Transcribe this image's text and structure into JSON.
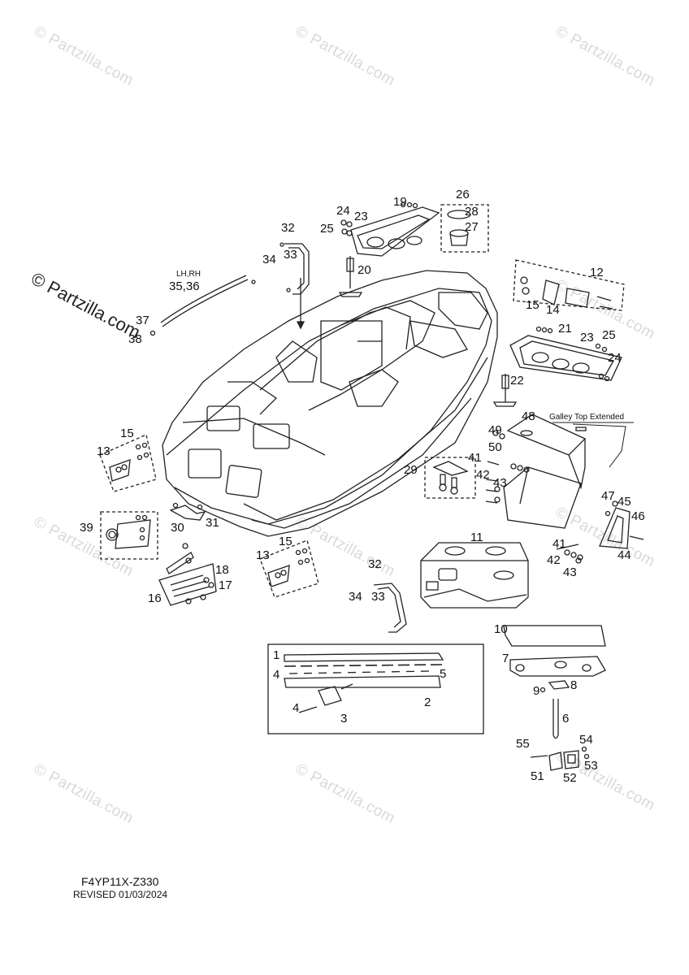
{
  "watermarks": {
    "text": "© Partzilla.com",
    "main": "© Partzilla.com"
  },
  "diagram": {
    "galley_note": "Galley Top Extended",
    "lhrh": "LH,RH",
    "callouts": {
      "c1": "1",
      "c2": "2",
      "c3": "3",
      "c4a": "4",
      "c4b": "4",
      "c5": "5",
      "c6": "6",
      "c7": "7",
      "c8": "8",
      "c9": "9",
      "c10": "10",
      "c11": "11",
      "c12": "12",
      "c13a": "13",
      "c13b": "13",
      "c14": "14",
      "c15a": "15",
      "c15b": "15",
      "c15c": "15",
      "c16": "16",
      "c17": "17",
      "c18": "18",
      "c19": "19",
      "c20": "20",
      "c21": "21",
      "c22": "22",
      "c23a": "23",
      "c23b": "23",
      "c24a": "24",
      "c24b": "24",
      "c25a": "25",
      "c25b": "25",
      "c26": "26",
      "c27": "27",
      "c28": "28",
      "c29": "29",
      "c30": "30",
      "c31": "31",
      "c32a": "32",
      "c32b": "32",
      "c33a": "33",
      "c33b": "33",
      "c34a": "34",
      "c34b": "34",
      "c3536": "35,36",
      "c37": "37",
      "c38": "38",
      "c39": "39",
      "c41a": "41",
      "c41b": "41",
      "c42a": "42",
      "c42b": "42",
      "c43a": "43",
      "c43b": "43",
      "c44": "44",
      "c45": "45",
      "c46": "46",
      "c47": "47",
      "c48": "48",
      "c49": "49",
      "c50": "50",
      "c51": "51",
      "c52": "52",
      "c53": "53",
      "c54": "54",
      "c55": "55"
    }
  },
  "footer": {
    "code": "F4YP11X-Z330",
    "revised": "REVISED 01/03/2024"
  }
}
